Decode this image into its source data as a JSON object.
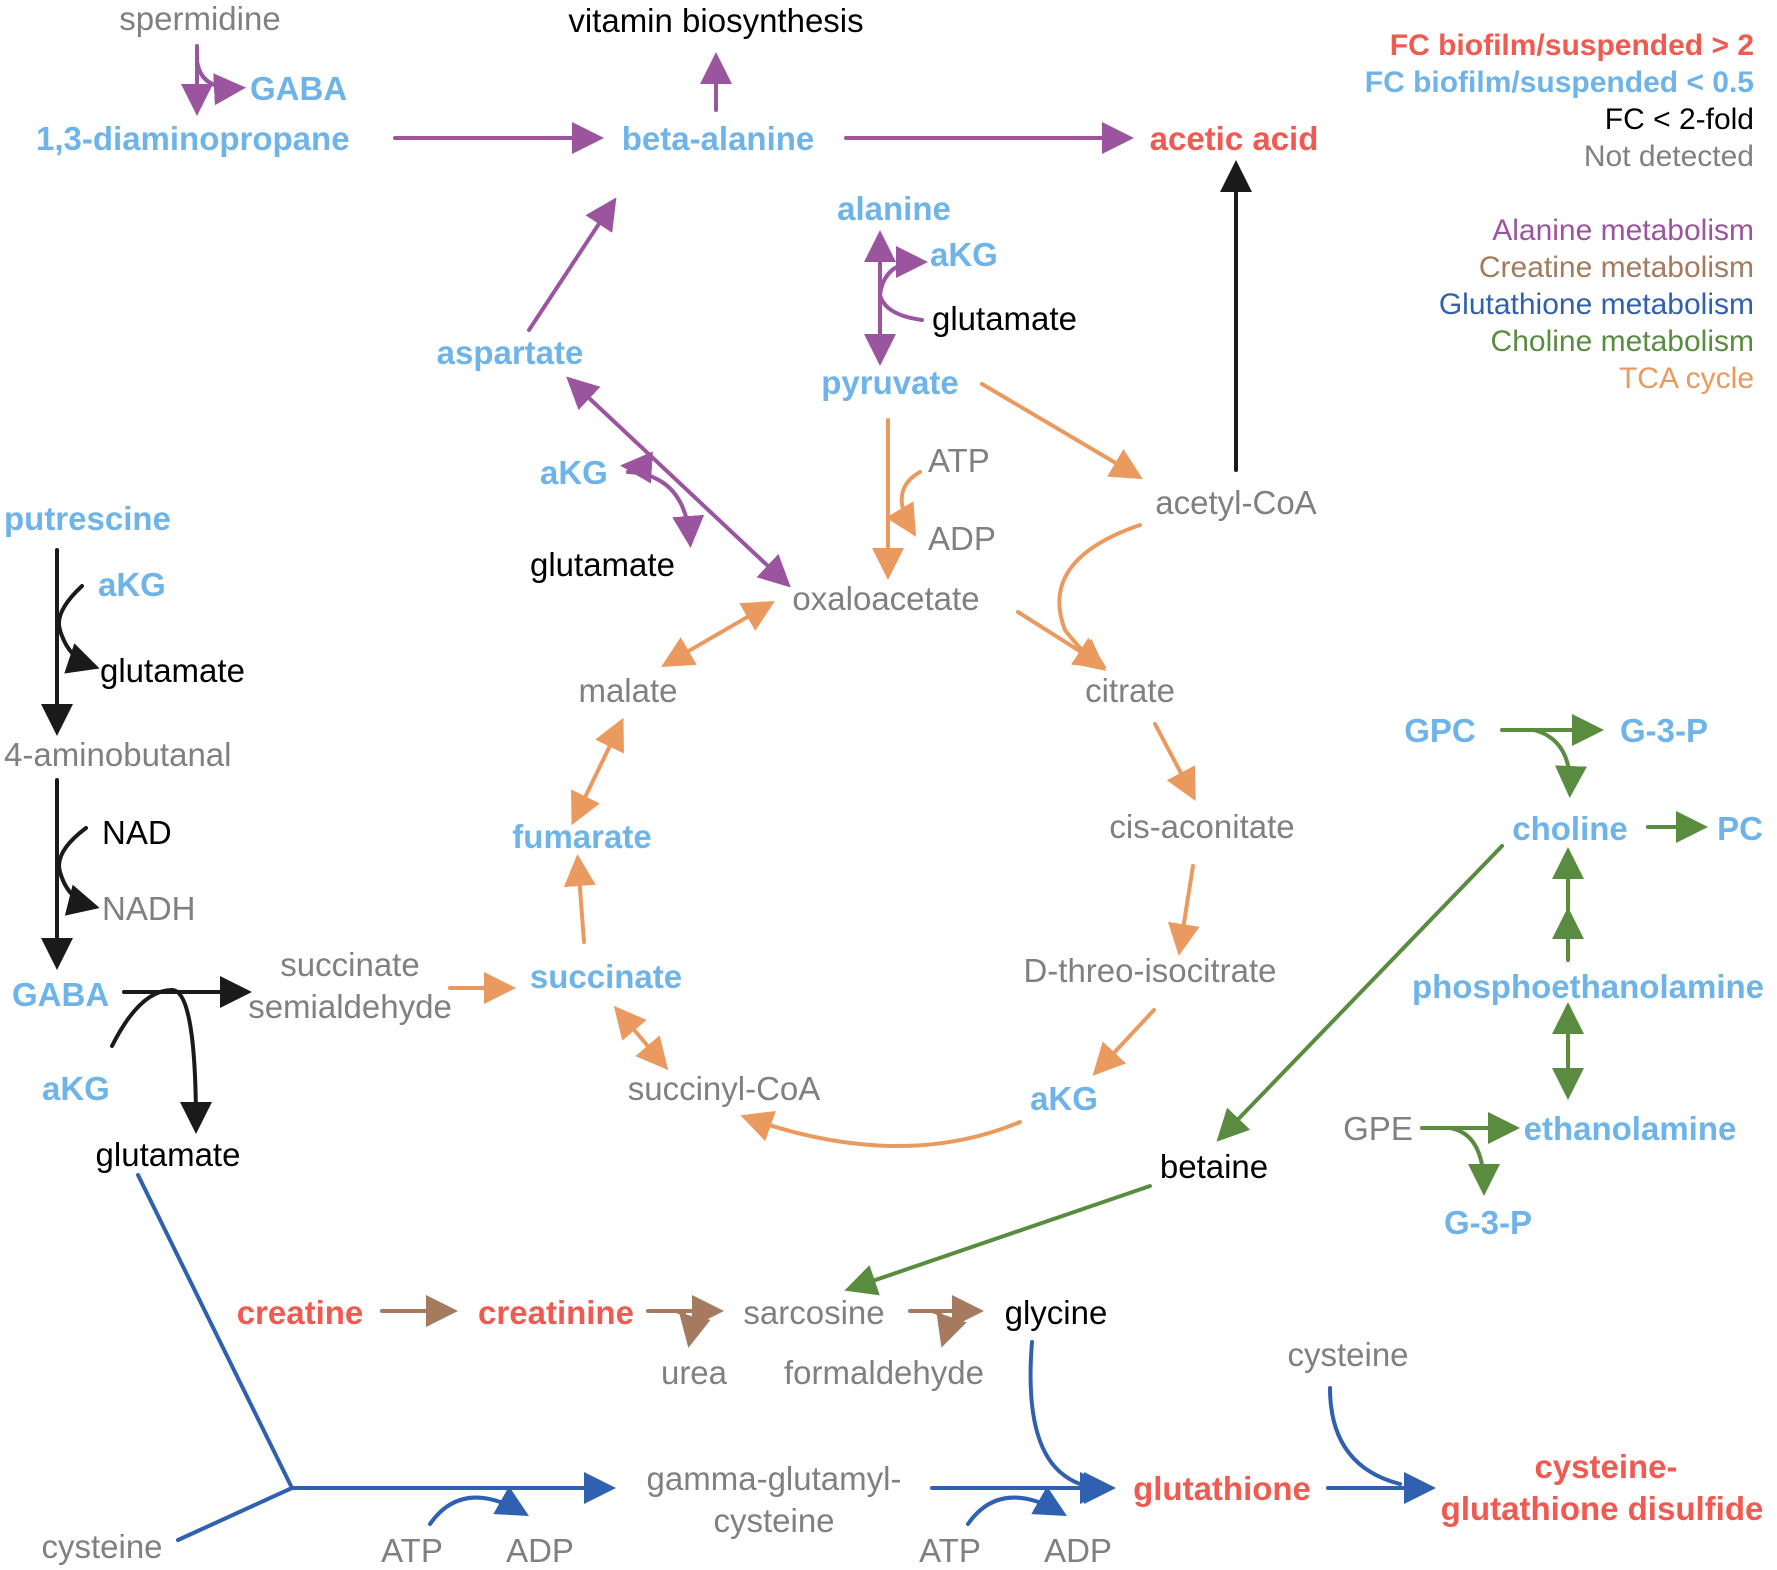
{
  "colors": {
    "up": "#f05a50",
    "down": "#6fb4e8",
    "unchanged": "#000000",
    "not_detected": "#808080",
    "alanine": "#9a559e",
    "creatine": "#a57a5e",
    "glutathione": "#3060b0",
    "choline": "#5a8c40",
    "tca": "#ea9a5e"
  },
  "legend": {
    "up": "FC biofilm/suspended > 2",
    "down": "FC biofilm/suspended < 0.5",
    "unchanged": "FC < 2-fold",
    "not_detected": "Not detected",
    "alanine": "Alanine metabolism",
    "creatine": "Creatine metabolism",
    "glutathione": "Glutathione metabolism",
    "choline": "Choline metabolism",
    "tca": "TCA cycle"
  },
  "nodes": {
    "spermidine": "spermidine",
    "gaba_top": "GABA",
    "diaminopropane": "1,3-diaminopropane",
    "vitamin": "vitamin biosynthesis",
    "beta_alanine": "beta-alanine",
    "acetic_acid": "acetic acid",
    "alanine": "alanine",
    "akg_ala": "aKG",
    "glutamate_ala": "glutamate",
    "aspartate": "aspartate",
    "pyruvate": "pyruvate",
    "akg_asp": "aKG",
    "glutamate_asp": "glutamate",
    "atp_pyr": "ATP",
    "adp_pyr": "ADP",
    "acetyl_coa": "acetyl-CoA",
    "oxaloacetate": "oxaloacetate",
    "malate": "malate",
    "citrate": "citrate",
    "fumarate": "fumarate",
    "cis_aconitate": "cis-aconitate",
    "d_threo": "D-threo-isocitrate",
    "succinate": "succinate",
    "succinyl_coa": "succinyl-CoA",
    "akg_tca": "aKG",
    "succ_semi_1": "succinate",
    "succ_semi_2": "semialdehyde",
    "putrescine": "putrescine",
    "akg_put": "aKG",
    "glutamate_put": "glutamate",
    "aminobutanal": "4-aminobutanal",
    "nad": "NAD",
    "nadh": "NADH",
    "gaba": "GABA",
    "akg_gaba": "aKG",
    "glutamate_gaba": "glutamate",
    "gpc": "GPC",
    "g3p_top": "G-3-P",
    "choline": "choline",
    "pc": "PC",
    "phosphoethanolamine": "phosphoethanolamine",
    "gpe": "GPE",
    "ethanolamine": "ethanolamine",
    "g3p_bottom": "G-3-P",
    "betaine": "betaine",
    "creatine": "creatine",
    "creatinine": "creatinine",
    "sarcosine": "sarcosine",
    "glycine": "glycine",
    "urea": "urea",
    "formaldehyde": "formaldehyde",
    "cysteine_right": "cysteine",
    "cysteine_left": "cysteine",
    "gg_cys_1": "gamma-glutamyl-",
    "gg_cys_2": "cysteine",
    "glutathione": "glutathione",
    "cys_glu_1": "cysteine-",
    "cys_glu_2": "glutathione disulfide",
    "atp_1": "ATP",
    "adp_1": "ADP",
    "atp_2": "ATP",
    "adp_2": "ADP"
  }
}
